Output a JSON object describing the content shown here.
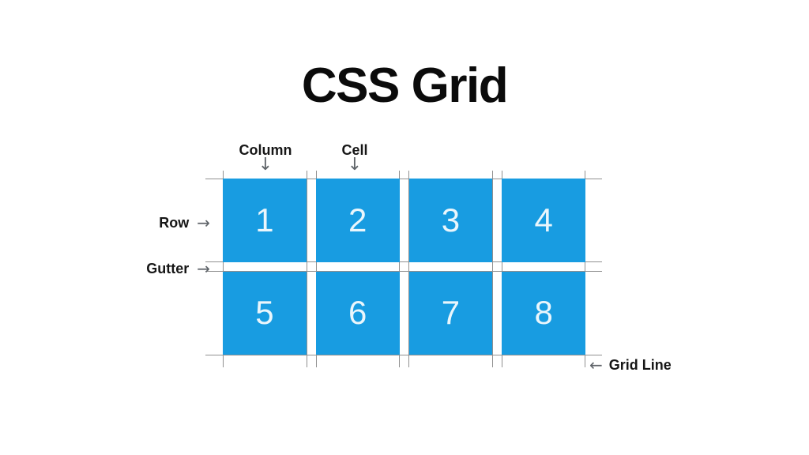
{
  "title": "CSS Grid",
  "annotations": {
    "column": {
      "label": "Column",
      "arrow": "↓"
    },
    "cell": {
      "label": "Cell",
      "arrow": "↓"
    },
    "row": {
      "label": "Row",
      "arrow": "→"
    },
    "gutter": {
      "label": "Gutter",
      "arrow": "→"
    },
    "grid_line": {
      "label": "Grid Line",
      "arrow": "←"
    }
  },
  "grid": {
    "columns": 4,
    "rows": 2,
    "cell_numbers": [
      "1",
      "2",
      "3",
      "4",
      "5",
      "6",
      "7",
      "8"
    ]
  },
  "colors": {
    "cell_blue": "#189CE1",
    "cell_number": "#EAF6FC",
    "line_gray": "#909090",
    "arrow_gray": "#5F6469",
    "label_black": "#161616",
    "title_black": "#0B0B0B",
    "background": "#FFFFFF"
  }
}
